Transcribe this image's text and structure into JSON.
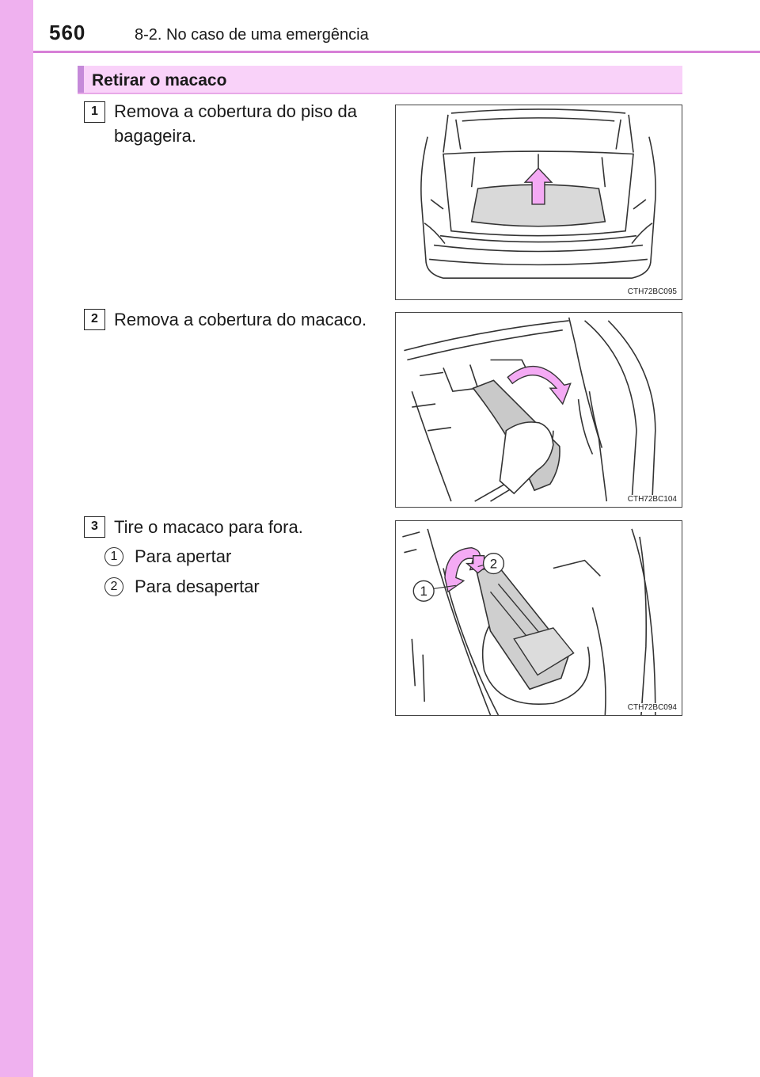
{
  "header": {
    "page_number": "560",
    "chapter": "8-2. No caso de uma emergência"
  },
  "section": {
    "title": "Retirar o macaco"
  },
  "steps": [
    {
      "number": "1",
      "text": "Remova a cobertura do piso da bagageira.",
      "figure_code": "CTH72BC095"
    },
    {
      "number": "2",
      "text": "Remova a cobertura do macaco.",
      "figure_code": "CTH72BC104"
    },
    {
      "number": "3",
      "text": "Tire o macaco para fora.",
      "figure_code": "CTH72BC094",
      "sub_items": [
        {
          "number": "1",
          "text": "Para apertar"
        },
        {
          "number": "2",
          "text": "Para desapertar"
        }
      ],
      "callouts": [
        "1",
        "2"
      ]
    }
  ],
  "colors": {
    "side_band": "#efb1ef",
    "section_bar": "#f9d2f9",
    "header_rule": "#d77fd7",
    "arrow_fill": "#f4aaf4"
  }
}
